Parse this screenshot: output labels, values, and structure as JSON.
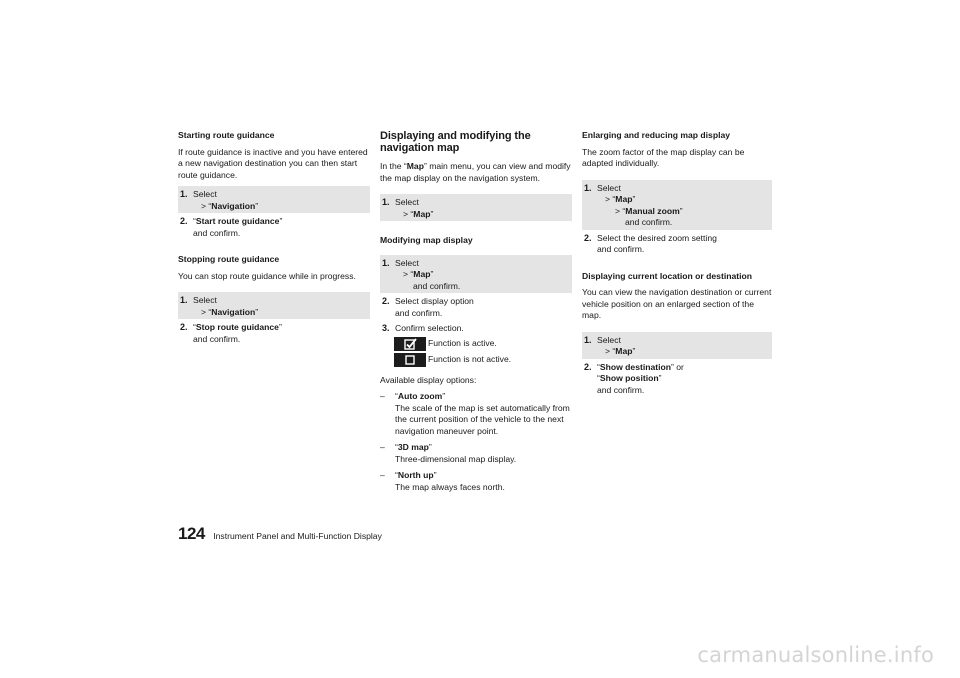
{
  "col1": {
    "start_title": "Starting route guidance",
    "start_text": "If route guidance is inactive and you have entered a new navigation destination you can then start route guidance.",
    "start_steps": {
      "s1_num": "1.",
      "s1_line1": "Select",
      "s1_line2_prefix": "> “",
      "s1_line2_bold": "Navigation",
      "s1_line2_suffix": "”",
      "s2_num": "2.",
      "s2_line1_prefix": "“",
      "s2_line1_bold": "Start route guidance",
      "s2_line1_suffix": "”",
      "s2_line2": "and confirm."
    },
    "stop_title": "Stopping route guidance",
    "stop_text": "You can stop route guidance while in progress.",
    "stop_steps": {
      "s1_num": "1.",
      "s1_line1": "Select",
      "s1_line2_prefix": "> “",
      "s1_line2_bold": "Navigation",
      "s1_line2_suffix": "”",
      "s2_num": "2.",
      "s2_line1_prefix": "“",
      "s2_line1_bold": "Stop route guidance",
      "s2_line1_suffix": "”",
      "s2_line2": "and confirm."
    }
  },
  "col2": {
    "heading_line1": "Displaying and modifying the",
    "heading_line2": "navigation map",
    "intro_prefix": "In the “",
    "intro_bold": "Map",
    "intro_suffix": "” main menu, you can view and modify the map display on the navigation system.",
    "view_steps": {
      "s1_num": "1.",
      "s1_line1": "Select",
      "s1_line2_prefix": "> “",
      "s1_line2_bold": "Map",
      "s1_line2_suffix": "”"
    },
    "modify_title": "Modifying map display",
    "modify_steps": {
      "s1_num": "1.",
      "s1_line1": "Select",
      "s1_line2_prefix": "> “",
      "s1_line2_bold": "Map",
      "s1_line2_suffix": "”",
      "s1_line3": "and confirm.",
      "s2_num": "2.",
      "s2_line1": "Select display option",
      "s2_line2": "and confirm.",
      "s3_num": "3.",
      "s3_line1": "Confirm selection."
    },
    "active_label": "Function is active.",
    "inactive_label": "Function is not active.",
    "available_title": "Available display options:",
    "options": [
      {
        "dash": "–",
        "prefix": "“",
        "name": "Auto zoom",
        "suffix": "”",
        "desc": "The scale of the map is set automatically from the current position of the vehicle to the next navigation maneuver point."
      },
      {
        "dash": "–",
        "prefix": "“",
        "name": "3D map",
        "suffix": "”",
        "desc": "Three-dimensional map display."
      },
      {
        "dash": "–",
        "prefix": "“",
        "name": "North up",
        "suffix": "”",
        "desc": "The map always faces north."
      }
    ]
  },
  "col3": {
    "zoom_title": "Enlarging and reducing map display",
    "zoom_text": "The zoom factor of the map display can be adapted individually.",
    "zoom_steps": {
      "s1_num": "1.",
      "s1_line1": "Select",
      "s1_line2_prefix": "> “",
      "s1_line2_bold": "Map",
      "s1_line2_suffix": "”",
      "s1_line3_prefix": "> “",
      "s1_line3_bold": "Manual zoom",
      "s1_line3_suffix": "”",
      "s1_line4": "and confirm.",
      "s2_num": "2.",
      "s2_line1": "Select the desired zoom setting",
      "s2_line2": "and confirm."
    },
    "loc_title": "Displaying current location or destination",
    "loc_text": "You can view the navigation destination or current vehicle position on an enlarged section of the map.",
    "loc_steps": {
      "s1_num": "1.",
      "s1_line1": "Select",
      "s1_line2_prefix": "> “",
      "s1_line2_bold": "Map",
      "s1_line2_suffix": "”",
      "s2_num": "2.",
      "s2_line1_prefix": "“",
      "s2_line1_bold": "Show destination",
      "s2_line1_suffix": "” or",
      "s2_line2_prefix": "“",
      "s2_line2_bold": "Show position",
      "s2_line2_suffix": "”",
      "s2_line3": "and confirm."
    }
  },
  "footer": {
    "page_number": "124",
    "section": "Instrument Panel and Multi-Function Display"
  },
  "watermark": "carmanualsonline.info",
  "icons": {
    "active": "checkbox-checked-icon",
    "inactive": "checkbox-empty-icon"
  }
}
